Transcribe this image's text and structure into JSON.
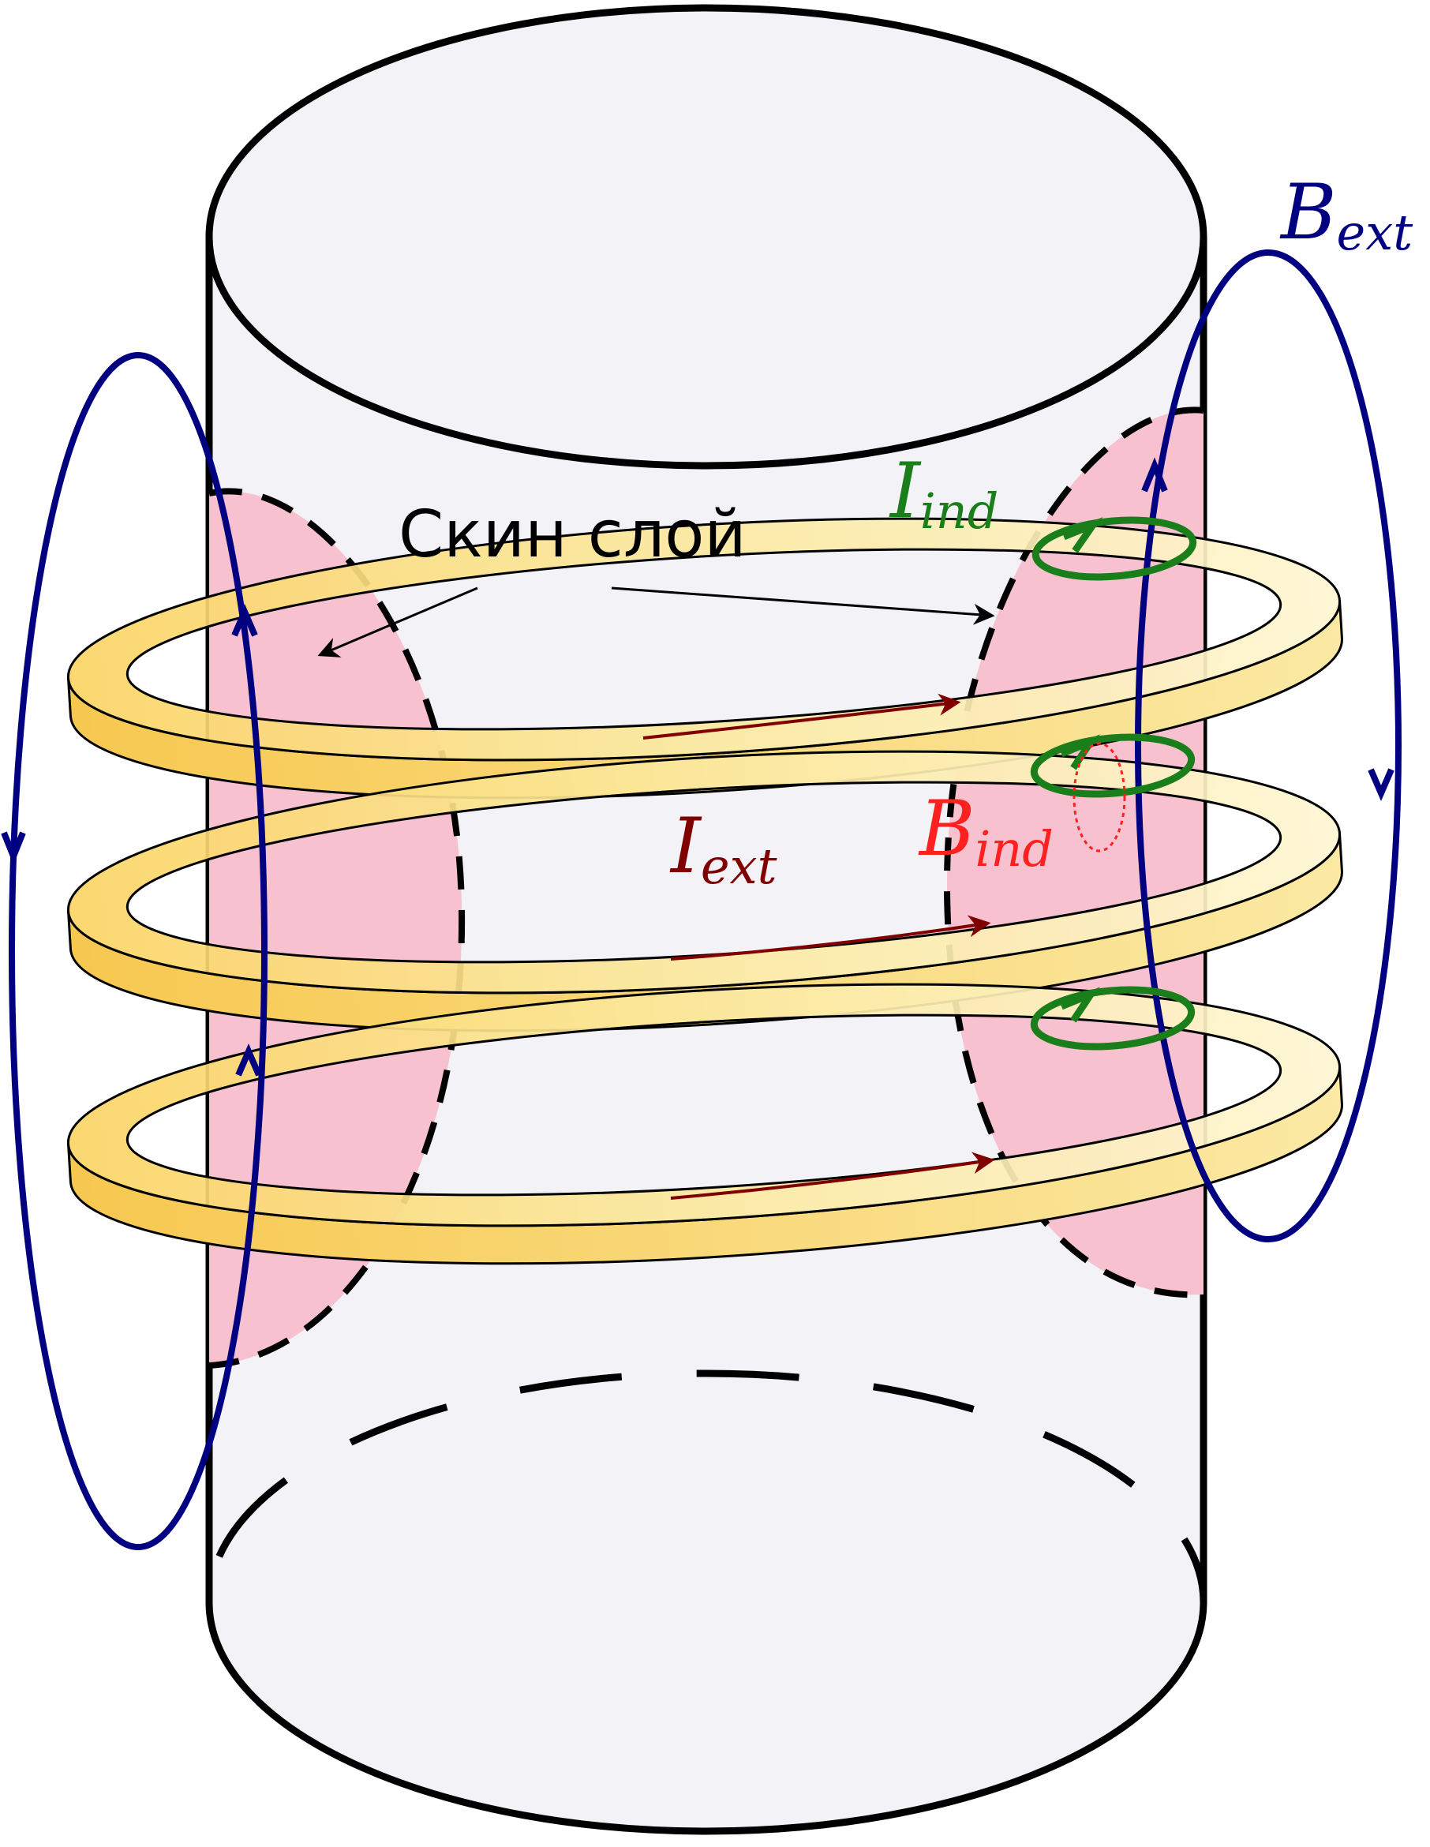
{
  "labels": {
    "skin_layer": "Скин слой",
    "b_ext": {
      "main": "B",
      "sub": "ext"
    },
    "i_ind": {
      "main": "I",
      "sub": "ind"
    },
    "b_ind": {
      "main": "B",
      "sub": "ind"
    },
    "i_ext": {
      "main": "I",
      "sub": "ext"
    }
  },
  "colors": {
    "cylinder_fill": "#f2f2f7",
    "outline": "#000000",
    "skin_fill": "#f7c1cf",
    "coil_light": "#fdf0b8",
    "coil_dark": "#fbd464",
    "b_ext": "#000080",
    "i_ind": "#1a7f1a",
    "b_ind": "#ff2020",
    "i_ext": "#800000"
  }
}
